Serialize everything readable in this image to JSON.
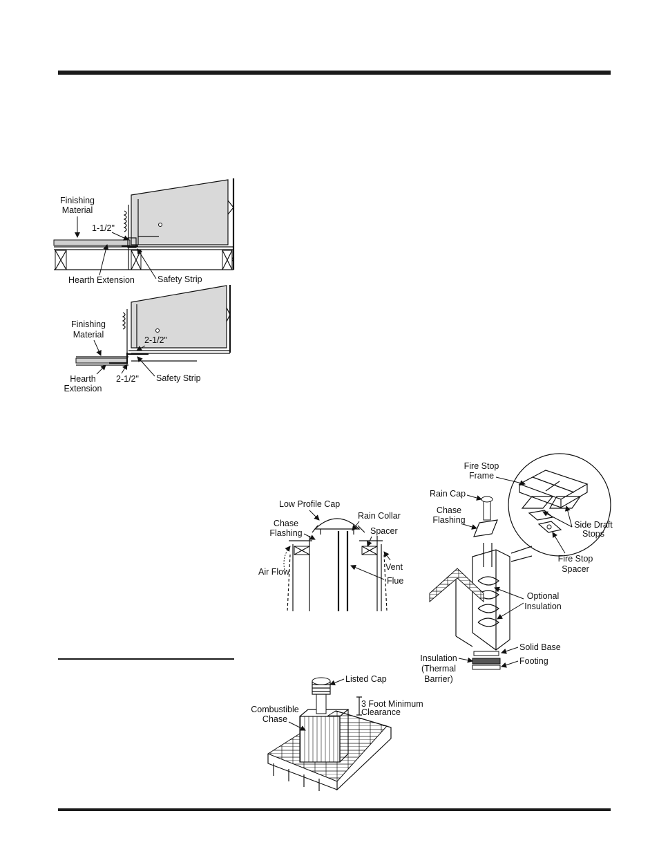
{
  "labels": {
    "finishing_material_1": [
      "Finishing",
      "Material"
    ],
    "dim_1": "1-1/2\"",
    "hearth_extension_1": "Hearth Extension",
    "safety_strip_1": "Safety Strip",
    "finishing_material_2": [
      "Finishing",
      "Material"
    ],
    "dim_2a": "2-1/2\"",
    "hearth_extension_2": [
      "Hearth",
      "Extension"
    ],
    "dim_2b": "2-1/2\"",
    "safety_strip_2": "Safety Strip",
    "low_profile_cap": "Low Profile Cap",
    "rain_collar": "Rain Collar",
    "chase_flashing_a": [
      "Chase",
      "Flashing"
    ],
    "spacer": "Spacer",
    "air_flow": "Air Flow",
    "vent": "Vent",
    "flue": "Flue",
    "fire_stop_frame": [
      "Fire Stop",
      "Frame"
    ],
    "rain_cap": "Rain Cap",
    "chase_flashing_b": [
      "Chase",
      "Flashing"
    ],
    "side_draft_stops": [
      "Side Draft",
      "Stops"
    ],
    "fire_stop_spacer": [
      "Fire Stop",
      "Spacer"
    ],
    "optional_insulation": [
      "Optional",
      "Insulation"
    ],
    "solid_base": "Solid Base",
    "insulation_thermal": [
      "Insulation",
      "(Thermal",
      "Barrier)"
    ],
    "footing": "Footing",
    "listed_cap": "Listed Cap",
    "clearance": [
      "3 Foot Minimum",
      "Clearance"
    ],
    "combustible_chase": [
      "Combustible",
      "Chase"
    ]
  }
}
